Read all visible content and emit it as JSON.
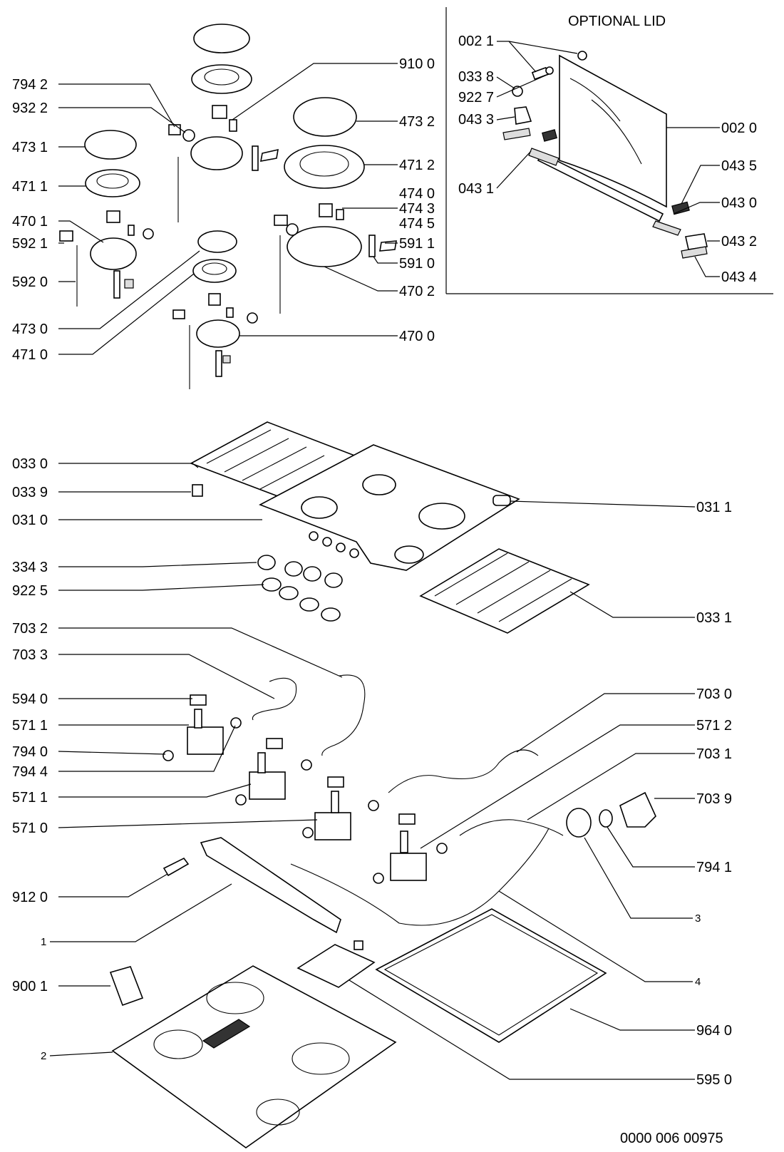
{
  "diagram": {
    "lid_title": "OPTIONAL LID",
    "drawing_number": "0000 006 00975",
    "labels": {
      "l_9100": "910 0",
      "l_7942": "794 2",
      "l_9322": "932 2",
      "l_4731": "473 1",
      "l_4711": "471 1",
      "l_4701": "470 1",
      "l_5921": "592 1",
      "l_5920": "592 0",
      "l_4730": "473 0",
      "l_4710": "471 0",
      "l_4732": "473 2",
      "l_4712": "471 2",
      "l_4740": "474 0",
      "l_4743": "474 3",
      "l_4745": "474 5",
      "l_5911": "591 1",
      "l_5910": "591 0",
      "l_4702": "470 2",
      "l_4700": "470 0",
      "l_0021": "002 1",
      "l_0338": "033 8",
      "l_9227": "922 7",
      "l_0433": "043 3",
      "l_0431": "043 1",
      "l_0020": "002 0",
      "l_0435": "043 5",
      "l_0430": "043 0",
      "l_0432": "043 2",
      "l_0434": "043 4",
      "l_0330": "033 0",
      "l_0339": "033 9",
      "l_0310": "031 0",
      "l_3343": "334 3",
      "l_9225": "922 5",
      "l_0311": "031 1",
      "l_0331": "033 1",
      "l_7032": "703 2",
      "l_7033": "703 3",
      "l_5940": "594 0",
      "l_5711a": "571 1",
      "l_7940": "794 0",
      "l_7944": "794 4",
      "l_5711b": "571 1",
      "l_5710": "571 0",
      "l_7030": "703 0",
      "l_5712": "571 2",
      "l_7031": "703 1",
      "l_7039": "703 9",
      "l_7941": "794 1",
      "l_9120": "912 0",
      "l_1": "1",
      "l_3": "3",
      "l_9001": "900 1",
      "l_4": "4",
      "l_9640": "964 0",
      "l_2": "2",
      "l_5950": "595 0"
    }
  }
}
